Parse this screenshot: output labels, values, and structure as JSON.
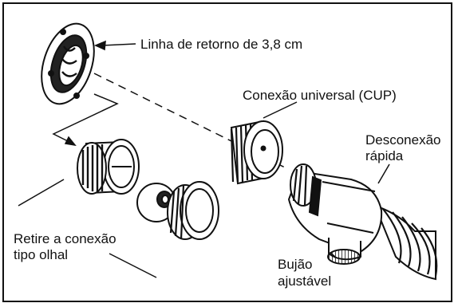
{
  "labels": {
    "return_line": "Linha de retorno de 3,8 cm",
    "universal_connection": "Conexão universal (CUP)",
    "quick_disconnect_1": "Desconexão",
    "quick_disconnect_2": "rápida",
    "remove_eyeball_1": "Retire a conexão",
    "remove_eyeball_2": "tipo olhal",
    "plug_1": "Bujão",
    "plug_2": "ajustável"
  },
  "colors": {
    "line": "#111111",
    "fill": "#ffffff",
    "shade": "#2a2a2a"
  }
}
